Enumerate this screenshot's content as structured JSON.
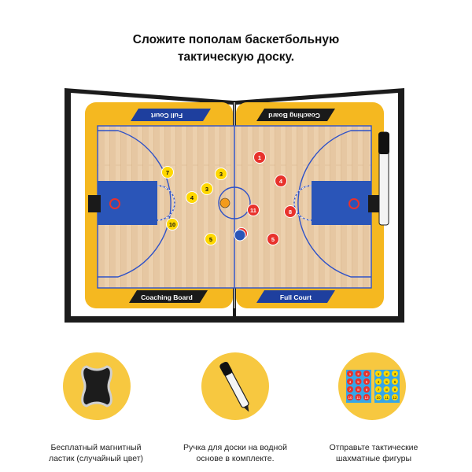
{
  "headline": {
    "line1": "Сложите пополам баскетбольную",
    "line2": "тактическую доску."
  },
  "board": {
    "label_full_court_top": "Full Court",
    "label_coaching_board_top": "Coaching Board",
    "label_coaching_board_bottom": "Coaching Board",
    "label_full_court_bottom": "Full Court",
    "yellow_magnets": [
      "7",
      "3",
      "3",
      "4",
      "10",
      "5"
    ],
    "red_magnets": [
      "1",
      "4",
      "11",
      "8",
      "5",
      "4"
    ]
  },
  "accessories": [
    {
      "line1": "Бесплатный магнитный",
      "line2": "ластик (случайный цвет)"
    },
    {
      "line1": "Ручка для доски на водной",
      "line2": "основе в комплекте."
    },
    {
      "line1": "Отправьте тактические",
      "line2": "шахматные фигуры"
    }
  ],
  "pieces_panel": {
    "left_numbers": [
      "1",
      "2",
      "3",
      "4",
      "5",
      "6",
      "7",
      "8",
      "9",
      "10",
      "11",
      "12"
    ],
    "right_numbers": [
      "1",
      "2",
      "3",
      "4",
      "5",
      "6",
      "7",
      "8",
      "9",
      "10",
      "11",
      "12"
    ]
  },
  "colors": {
    "frame": "#1a1a1a",
    "yellow": "#f5b820",
    "court_wood": "#e9c9a3",
    "paint_blue": "#2a55b8",
    "line_blue": "#2f52c8",
    "red_magnet": "#e8322c",
    "yellow_magnet": "#ffd800",
    "circle_yellow": "#f7c840"
  }
}
